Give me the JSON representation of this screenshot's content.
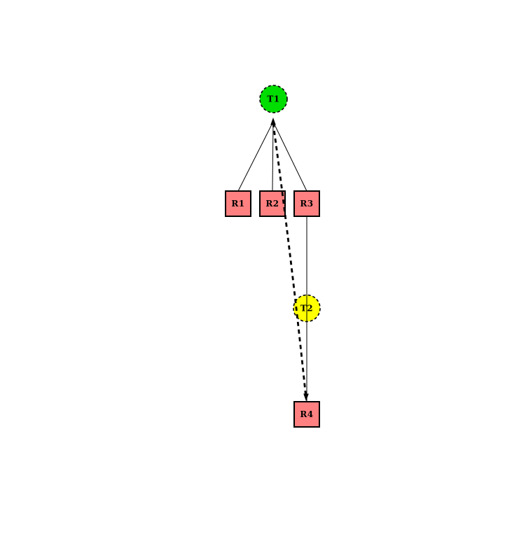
{
  "colors": {
    "background": "#ffffff",
    "edge": "#000000",
    "transition_active": "#00dd00",
    "transition_waiting": "#ffff00",
    "resource": "#ff8080"
  },
  "nodes": {
    "t1": {
      "label": "T1",
      "fill": "#00dd00",
      "shape": "circle"
    },
    "t2": {
      "label": "T2",
      "fill": "#ffff00",
      "shape": "circle"
    },
    "r1": {
      "label": "R1",
      "fill": "#ff8080",
      "shape": "square"
    },
    "r2": {
      "label": "R2",
      "fill": "#ff8080",
      "shape": "square"
    },
    "r3": {
      "label": "R3",
      "fill": "#ff8080",
      "shape": "square"
    },
    "r4": {
      "label": "R4",
      "fill": "#ff8080",
      "shape": "square"
    }
  },
  "edges": [
    {
      "from": "T1",
      "to": "R1",
      "style": "solid",
      "arrow": "none"
    },
    {
      "from": "T1",
      "to": "R2",
      "style": "solid",
      "arrow": "none"
    },
    {
      "from": "T1",
      "to": "R3",
      "style": "solid",
      "arrow": "none"
    },
    {
      "from": "R3",
      "to": "T2",
      "style": "solid",
      "arrow": "none"
    },
    {
      "from": "T2",
      "to": "R4",
      "style": "solid",
      "arrow": "none"
    },
    {
      "from": "R4",
      "to": "T1",
      "style": "dashed",
      "arrow": "both"
    }
  ]
}
